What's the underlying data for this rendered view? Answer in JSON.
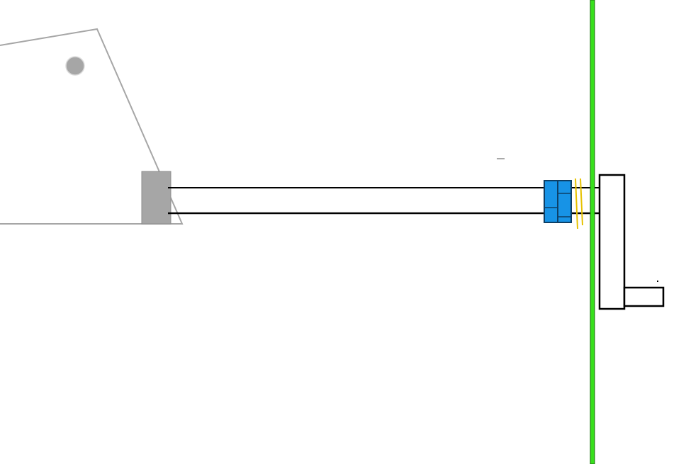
{
  "drawing": {
    "colors": {
      "background": "#ffffff",
      "bracket_stroke": "#a6a6a6",
      "bracket_block": "#a6a6a6",
      "hole_fill": "#a6a6a6",
      "tube_stroke": "#000000",
      "fitting_fill": "#1793e6",
      "fitting_stroke": "#0d3f66",
      "washer_stroke": "#e6c200",
      "wall_fill": "#37e01c",
      "wall_stroke": "#1a6b0b",
      "plate_stroke": "#000000"
    },
    "parts": [
      "mounting-bracket",
      "bracket-hole",
      "bracket-block",
      "tube",
      "bulkhead-fitting",
      "washers",
      "green-wall",
      "end-plate",
      "end-stub"
    ]
  }
}
